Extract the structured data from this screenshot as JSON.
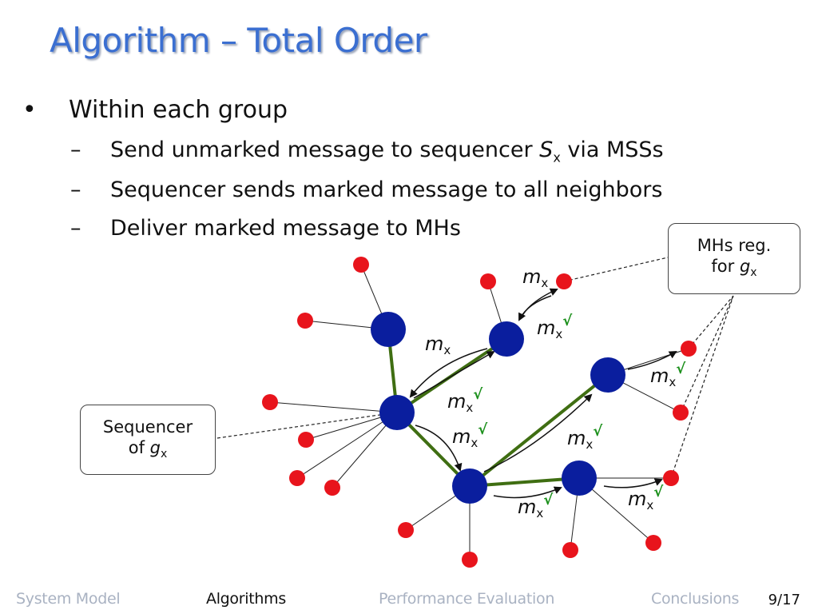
{
  "slide": {
    "title": "Algorithm – Total Order",
    "bullet": "Within each group",
    "sub1_pre": "Send unmarked message to sequencer ",
    "sub1_var": "S",
    "sub1_subscript": "x",
    "sub1_post": " via MSSs",
    "sub2": "Sequencer sends marked message to all neighbors",
    "sub3": "Deliver marked message to MHs",
    "bullet_glyph": "•",
    "dash_glyph": "–"
  },
  "callouts": {
    "mhs_line1": "MHs reg.",
    "mhs_line2_pre": "for ",
    "mhs_var": "g",
    "mhs_subscript": "x",
    "seq_line1": "Sequencer",
    "seq_line2_pre": "of ",
    "seq_var": "g",
    "seq_subscript": "x"
  },
  "message_labels": {
    "unmarked": "m",
    "subscript": "x",
    "check": "√"
  },
  "colors": {
    "mss_node": "#0a1e9e",
    "mh_node": "#e8141c",
    "tree_edge": "#3f6e12",
    "check": "#1a8f1a",
    "title": "#3b6fd1"
  },
  "nav": {
    "items": [
      "System Model",
      "Algorithms",
      "Performance Evaluation",
      "Conclusions"
    ],
    "active": "Algorithms",
    "page": "9/17"
  }
}
